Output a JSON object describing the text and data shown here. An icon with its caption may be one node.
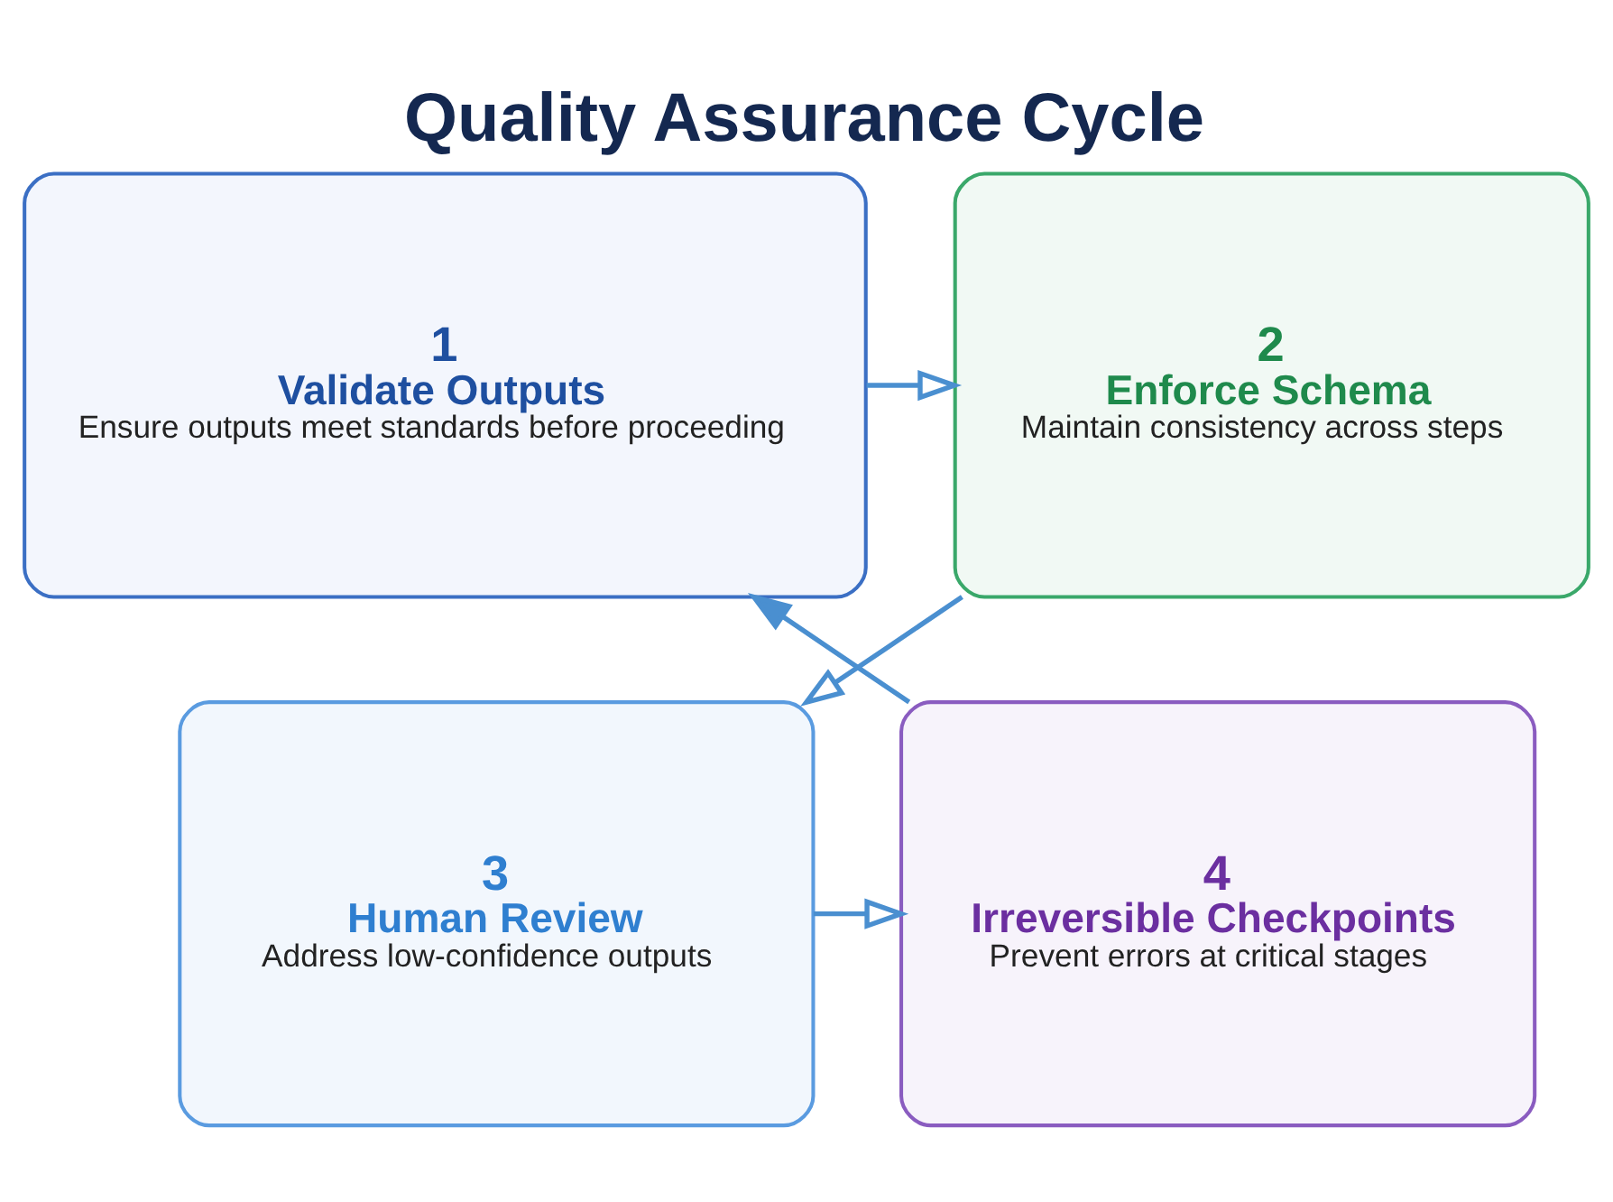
{
  "diagram": {
    "title": "Quality Assurance Cycle",
    "nodes": [
      {
        "text": [
          "1",
          "Validate Outputs",
          "Ensure outputs meet standards before proceeding"
        ]
      },
      {
        "text": [
          "2",
          "Enforce Schema",
          "Maintain consistency across steps"
        ]
      },
      {
        "text": [
          "4",
          "Irreversible Checkpoints",
          "Prevent errors at critical stages"
        ]
      },
      {
        "text": [
          "3",
          "Human Review",
          "Address low-confidence outputs"
        ]
      }
    ],
    "edges": [
      {
        "from": 0,
        "to": 1,
        "arrow": "to"
      },
      {
        "from": 1,
        "to": 3,
        "arrow": "to"
      },
      {
        "from": 3,
        "to": 2,
        "arrow": "to"
      },
      {
        "from": 2,
        "to": 0,
        "arrow": "to"
      }
    ]
  }
}
